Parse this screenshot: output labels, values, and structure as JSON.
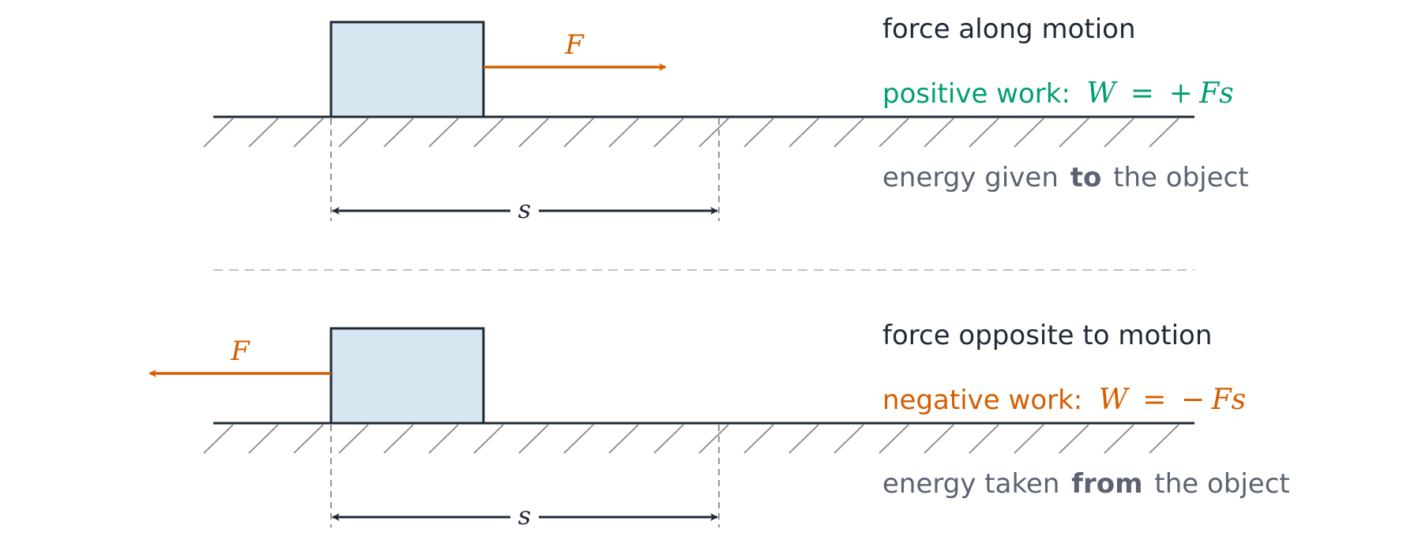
{
  "colors": {
    "ink": "#1f2937",
    "force": "#d55e00",
    "positive": "#009e73",
    "muted": "#5b6372",
    "block_fill": "#d6e7f2",
    "hatch": "#888888",
    "divider": "#bbbbbb"
  },
  "panels": [
    {
      "id": "positive",
      "force_label": "F",
      "force_direction": "right",
      "displacement_label": "s",
      "heading": "force along motion",
      "work_prefix": "positive work:",
      "work_equation": {
        "lhs": "W",
        "eq": "=",
        "sign": "+",
        "vars": "Fs"
      },
      "energy": {
        "before": "energy given",
        "bold": "to",
        "after": "the object"
      }
    },
    {
      "id": "negative",
      "force_label": "F",
      "force_direction": "left",
      "displacement_label": "s",
      "heading": "force opposite to motion",
      "work_prefix": "negative work:",
      "work_equation": {
        "lhs": "W",
        "eq": "=",
        "sign": "−",
        "vars": "Fs"
      },
      "energy": {
        "before": "energy taken",
        "bold": "from",
        "after": "the object"
      }
    }
  ]
}
